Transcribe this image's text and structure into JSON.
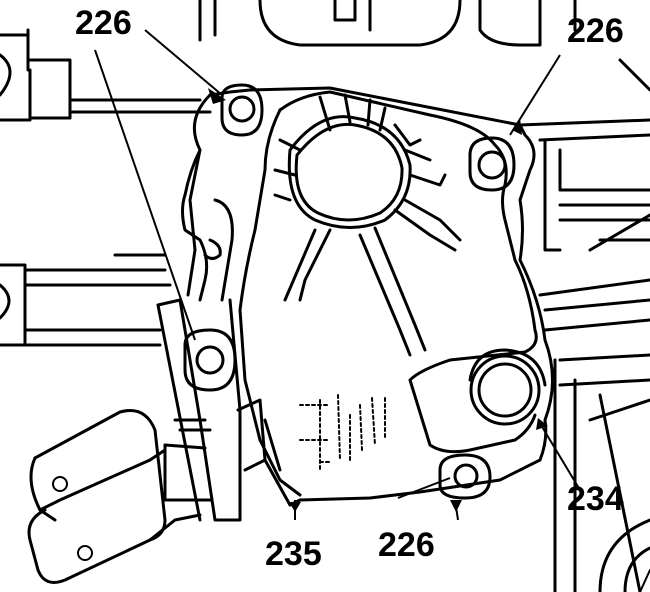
{
  "callouts": {
    "top_left": "226",
    "top_right": "226",
    "bottom_middle": "226",
    "bottom_left": "235",
    "bottom_right": "234"
  }
}
